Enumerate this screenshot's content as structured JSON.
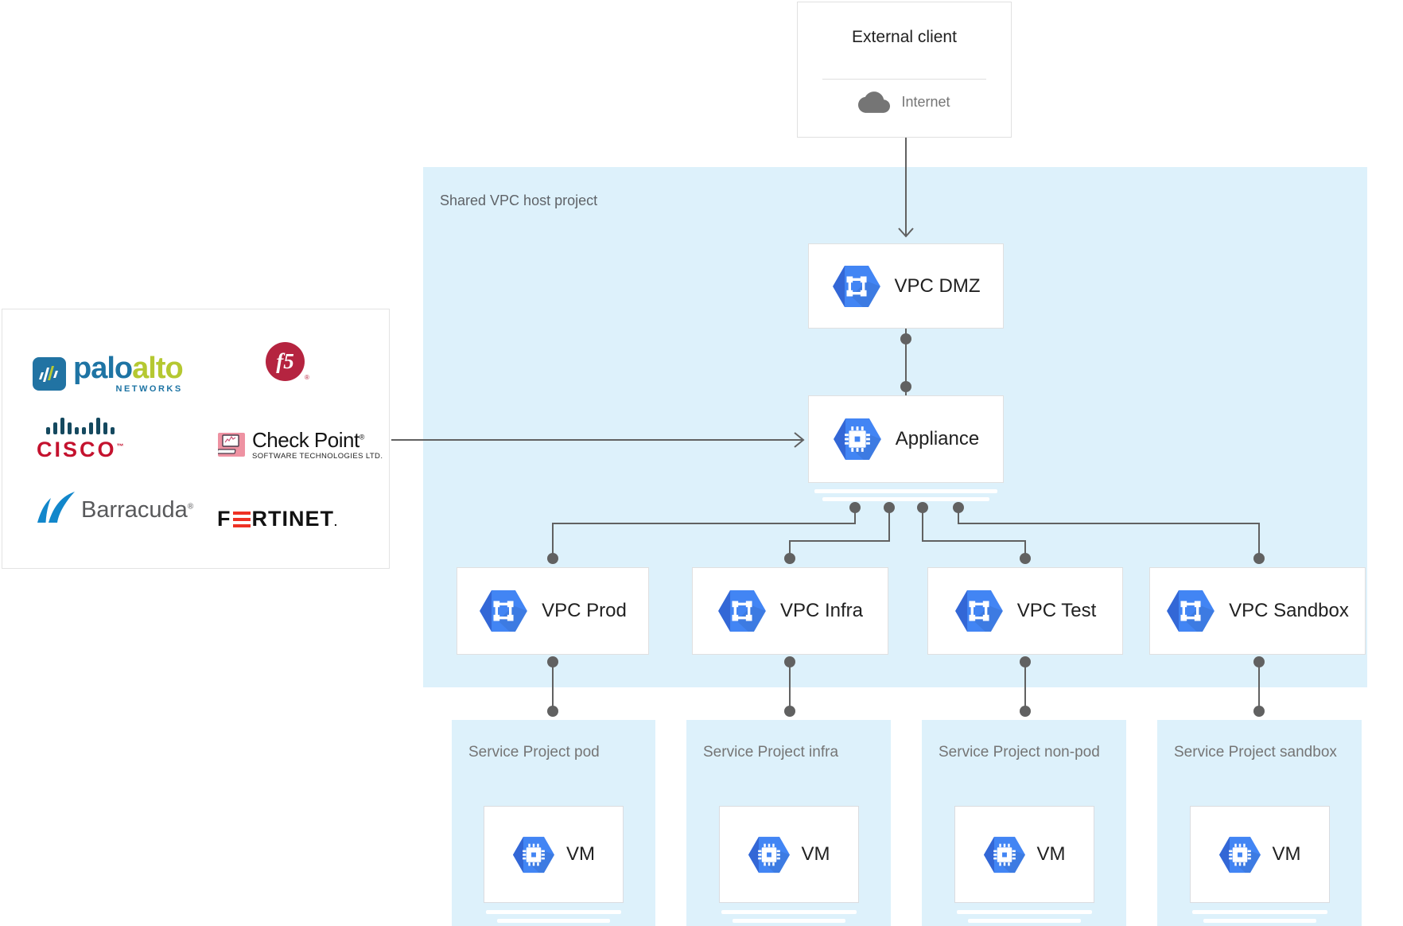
{
  "colors": {
    "host_background": "#DDF1FB",
    "card_background": "#FFFFFF",
    "card_border": "#E0E0E0",
    "connector_gray": "#616161",
    "icon_blue": "#4285F4",
    "icon_blue_dark": "#3367D6",
    "text_dark": "#212121",
    "text_gray": "#757575"
  },
  "external_client": {
    "title": "External client",
    "internet": "Internet"
  },
  "host_project": {
    "label": "Shared VPC host project"
  },
  "dmz": {
    "label": "VPC DMZ"
  },
  "appliance": {
    "label": "Appliance"
  },
  "vpc_boxes": [
    {
      "label": "VPC Prod"
    },
    {
      "label": "VPC Infra"
    },
    {
      "label": "VPC Test"
    },
    {
      "label": "VPC Sandbox"
    }
  ],
  "service_projects": [
    {
      "label": "Service Project pod",
      "vm": "VM"
    },
    {
      "label": "Service Project infra",
      "vm": "VM"
    },
    {
      "label": "Service Project non-pod",
      "vm": "VM"
    },
    {
      "label": "Service Project sandbox",
      "vm": "VM"
    }
  ],
  "vendors": {
    "palo_alto": {
      "word1": "palo",
      "word2": "alto",
      "sub": "NETWORKS"
    },
    "f5": {
      "text": "f5",
      "reg": "®"
    },
    "cisco": {
      "text": "CISCO",
      "tm": "™"
    },
    "check_point": {
      "name": "Check Point",
      "reg": "®",
      "sub": "SOFTWARE TECHNOLOGIES LTD."
    },
    "barracuda": {
      "text": "Barracuda",
      "reg": "®"
    },
    "fortinet": {
      "f": "F",
      "rest": "RTINET",
      "dot": "."
    }
  }
}
